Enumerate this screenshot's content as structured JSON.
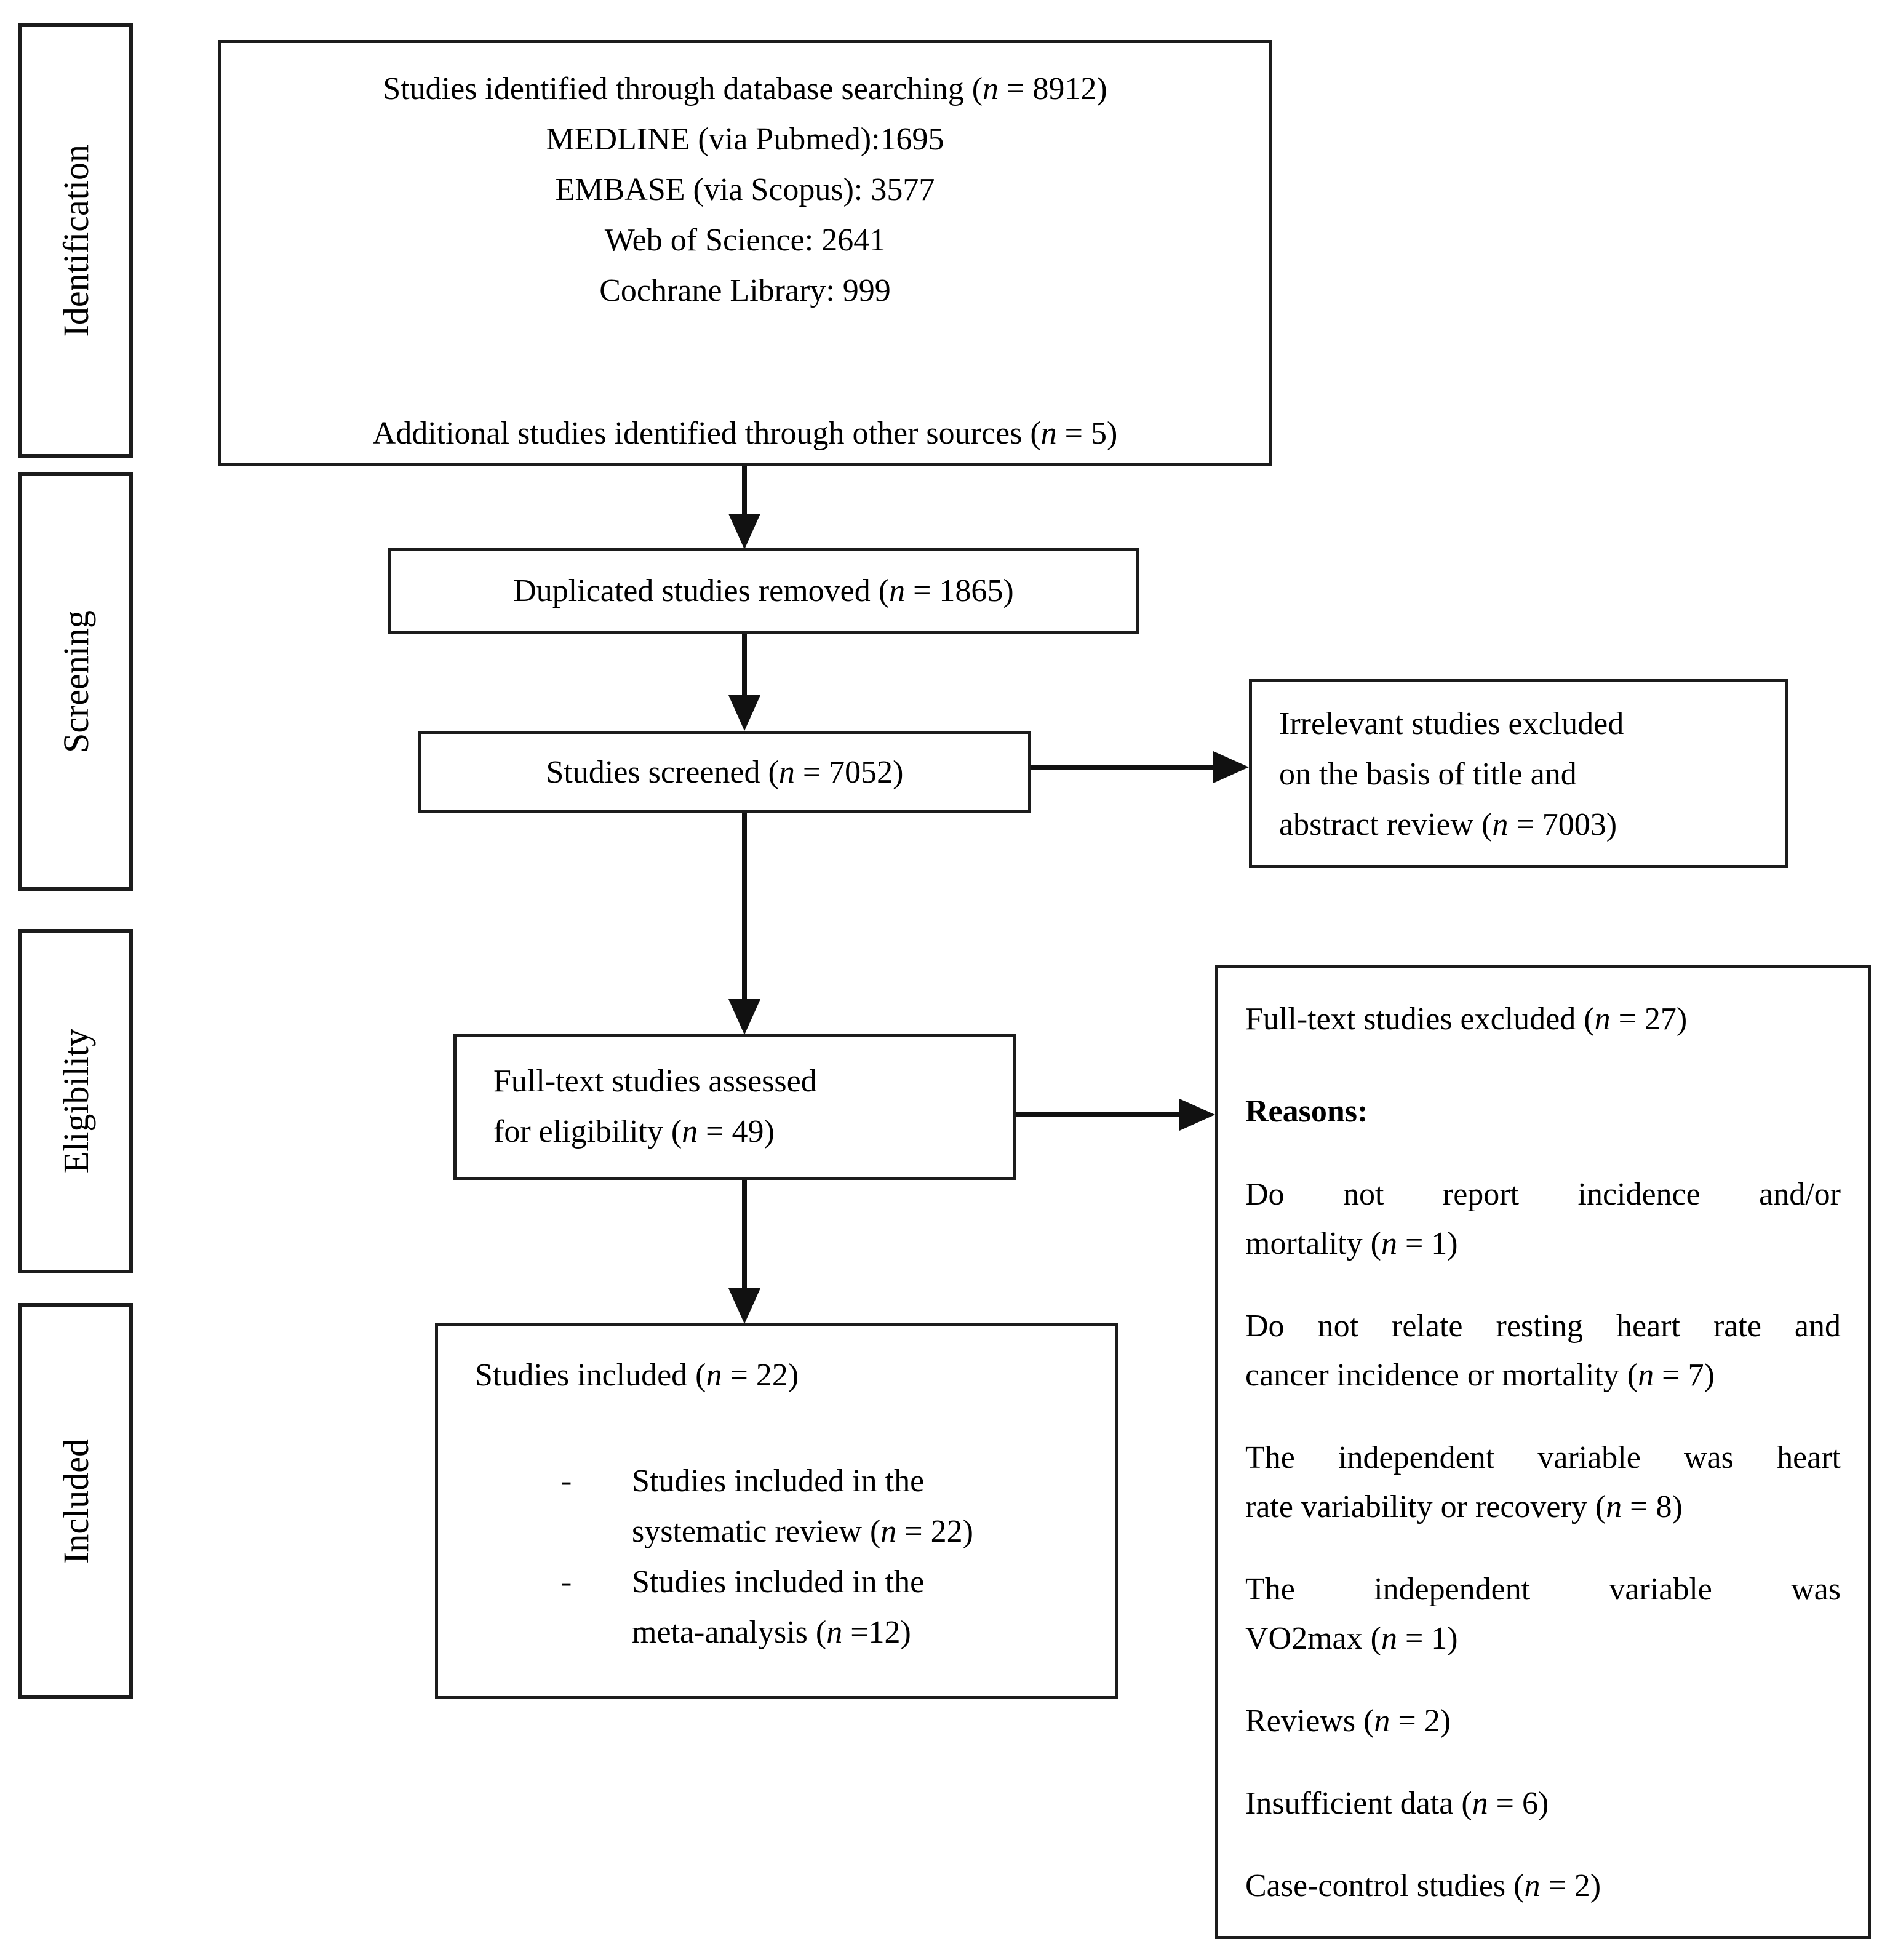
{
  "sidebar": {
    "stages": [
      {
        "label": "Identification"
      },
      {
        "label": "Screening"
      },
      {
        "label": "Eligibility"
      },
      {
        "label": "Included"
      }
    ]
  },
  "flow": {
    "identification_box": {
      "top_lines": [
        "Studies identified through database searching (n = 8912)",
        "MEDLINE (via Pubmed):1695",
        "EMBASE (via Scopus): 3577",
        "Web of Science: 2641",
        "Cochrane Library: 999"
      ],
      "additional_line": "Additional studies identified through other sources (n = 5)"
    },
    "duplicates_removed_box": {
      "text": "Duplicated studies removed (n = 1865)"
    },
    "screened_box": {
      "text": "Studies screened (n = 7052)"
    },
    "irrelevant_excluded_box": {
      "lines": [
        "Irrelevant studies excluded",
        "on the basis of title and",
        "abstract review (n = 7003)"
      ]
    },
    "fulltext_assessed_box": {
      "lines": [
        "Full-text studies assessed",
        "for eligibility (n = 49)"
      ]
    },
    "included_box": {
      "title": "Studies included (n = 22)",
      "bullet_marker": "-",
      "bullets": [
        {
          "lines": [
            "Studies included in the",
            "systematic review (n = 22)"
          ]
        },
        {
          "lines": [
            "Studies included in the",
            "meta-analysis (n =12)"
          ]
        }
      ]
    },
    "fulltext_excluded_box": {
      "title": "Full-text studies excluded (n = 27)",
      "reasons_heading": "Reasons:",
      "reasons": [
        {
          "lines": [
            "Do not report incidence and/or",
            "mortality (n = 1)"
          ]
        },
        {
          "lines": [
            "Do not relate resting heart rate and",
            "cancer incidence or mortality (n = 7)"
          ]
        },
        {
          "lines": [
            "The independent variable was heart",
            "rate variability or recovery (n = 8)"
          ]
        },
        {
          "lines": [
            "The independent variable was",
            "VO2max (n = 1)"
          ]
        },
        {
          "lines": [
            "Reviews (n = 2)"
          ]
        },
        {
          "lines": [
            "Insufficient data (n = 6)"
          ]
        },
        {
          "lines": [
            "Case-control studies (n = 2)"
          ]
        }
      ]
    }
  }
}
